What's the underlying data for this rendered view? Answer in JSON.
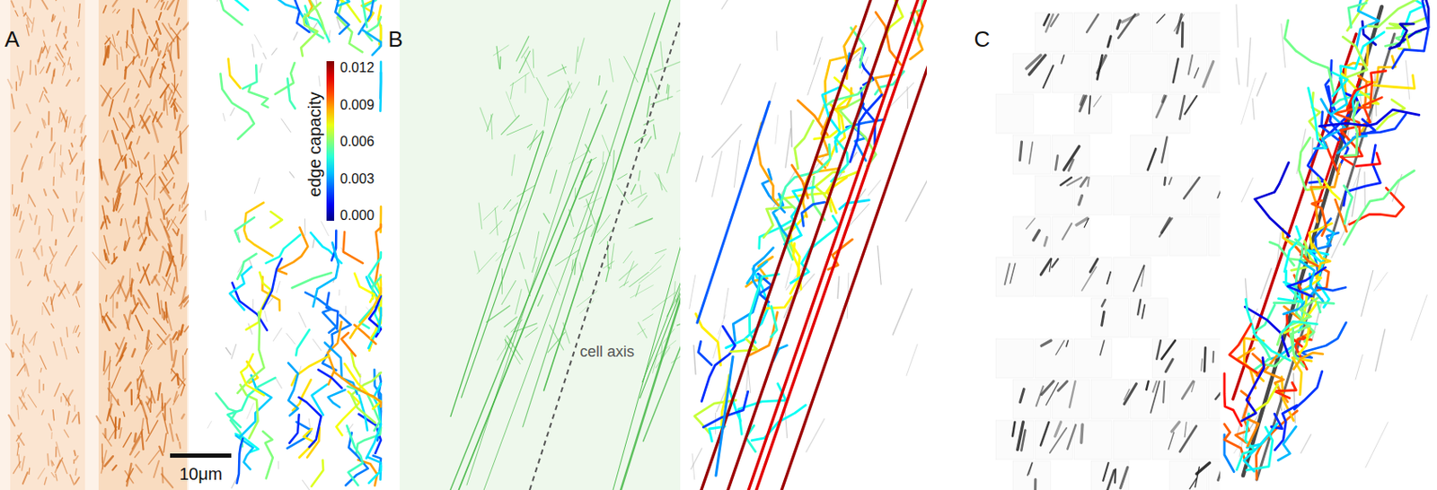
{
  "diagram": {
    "labels": [
      "A",
      "10μm",
      "edge capacity",
      "0.012",
      "0.009",
      "0.006",
      "0.003",
      "0.000",
      "B",
      "cell axis",
      "C"
    ]
  }
}
